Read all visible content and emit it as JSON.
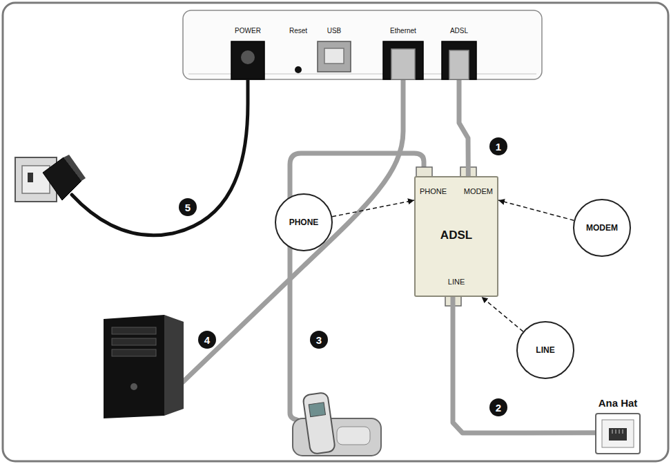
{
  "diagram": {
    "nodes": [
      {
        "text": [
          "POWER",
          "Reset",
          "USB",
          "Ethernet",
          "ADSL"
        ]
      },
      {
        "text": [
          "5"
        ]
      },
      {
        "text": [
          "1"
        ]
      },
      {
        "text": [
          "PHONE"
        ]
      },
      {
        "text": [
          "PHONE",
          "MODEM",
          "ADSL",
          "LINE"
        ]
      },
      {
        "text": [
          "MODEM"
        ]
      },
      {
        "text": [
          "4"
        ]
      },
      {
        "text": [
          "3"
        ]
      },
      {
        "text": [
          "LINE"
        ]
      },
      {
        "text": [
          "2"
        ]
      },
      {
        "text": [
          "Ana Hat"
        ]
      }
    ],
    "edges": [
      {
        "from": 0,
        "to": 4,
        "arrow": "none"
      },
      {
        "from": 4,
        "to": 10,
        "arrow": "none"
      },
      {
        "from": 3,
        "to": 4,
        "arrow": "to"
      },
      {
        "from": 5,
        "to": 4,
        "arrow": "to"
      },
      {
        "from": 8,
        "to": 4,
        "arrow": "to"
      }
    ]
  }
}
